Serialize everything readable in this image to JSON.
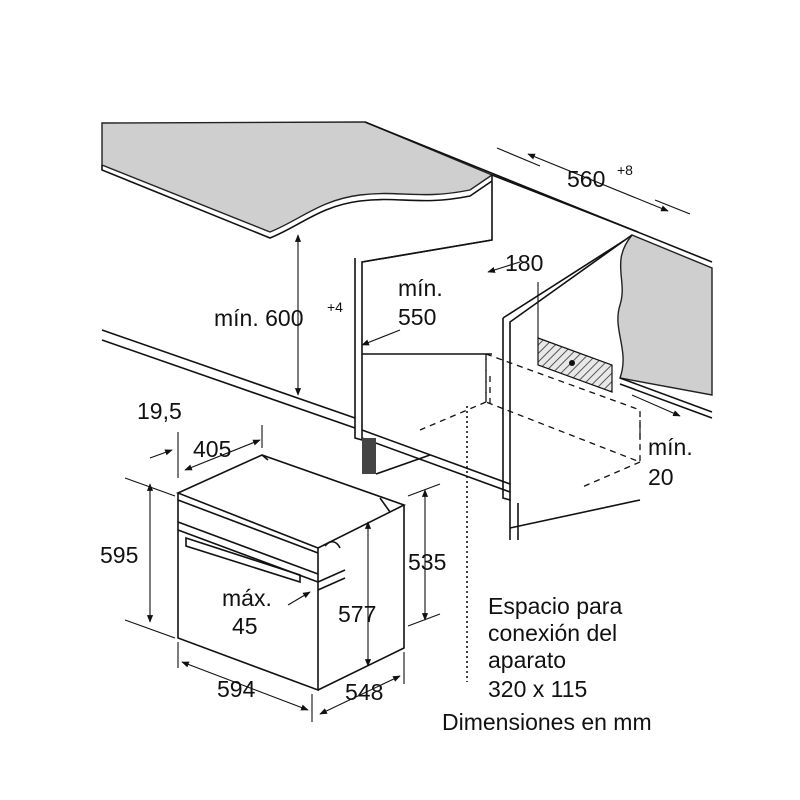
{
  "labels": {
    "w560": "560",
    "w560_sup": "+8",
    "min600": "mín. 600",
    "min600_sup": "+4",
    "min550_a": "mín.",
    "min550_b": "550",
    "d180": "180",
    "min20_a": "mín.",
    "min20_b": "20",
    "d19_5": "19,5",
    "d405": "405",
    "d595": "595",
    "d535": "535",
    "d577": "577",
    "max45_a": "máx.",
    "max45_b": "45",
    "d594": "594",
    "d548": "548",
    "space_1": "Espacio para",
    "space_2": "conexión del",
    "space_3": "aparato",
    "space_4": "320 x 115",
    "units": "Dimensiones en mm"
  },
  "colors": {
    "line": "#111111",
    "countertop": "#cfcfcf",
    "hatch": "#555555"
  }
}
